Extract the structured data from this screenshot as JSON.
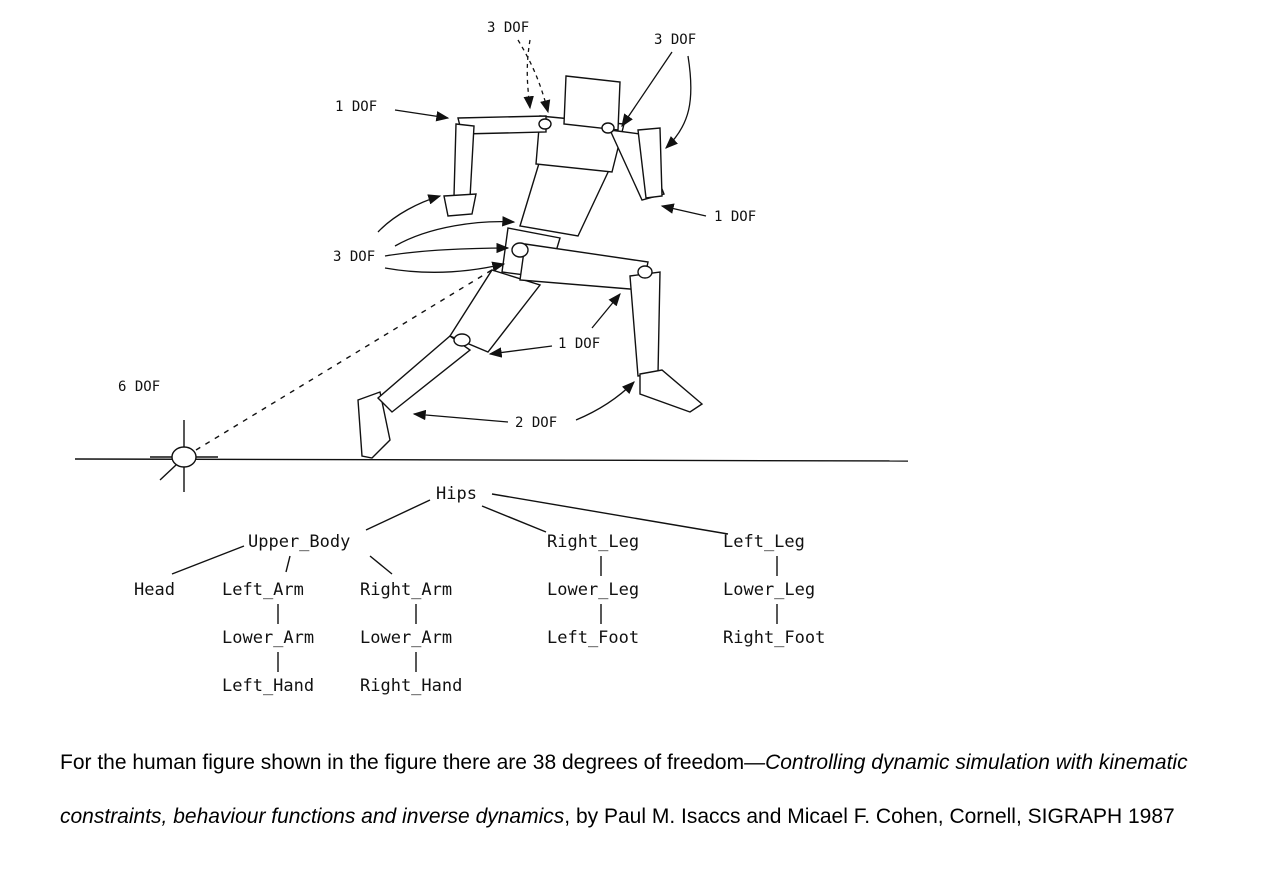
{
  "dof_labels": {
    "neck": "3 DOF",
    "right_shoulder": "3 DOF",
    "left_elbow": "1 DOF",
    "right_elbow": "1 DOF",
    "hips_group": "3 DOF",
    "knee": "1 DOF",
    "ankle": "2 DOF",
    "root": "6 DOF"
  },
  "hierarchy": {
    "hips": "Hips",
    "upper_body": "Upper_Body",
    "head": "Head",
    "left_arm": "Left_Arm",
    "right_arm": "Right_Arm",
    "left_lower_arm": "Lower_Arm",
    "right_lower_arm": "Lower_Arm",
    "left_hand": "Left_Hand",
    "right_hand": "Right_Hand",
    "right_leg": "Right_Leg",
    "right_lower_leg": "Lower_Leg",
    "left_foot": "Left_Foot",
    "left_leg": "Left_Leg",
    "left_lower_leg": "Lower_Leg",
    "right_foot": "Right_Foot"
  },
  "caption": {
    "text_1": "For the human figure shown in the figure there are 38 degrees of freedom—",
    "title": "Controlling dynamic simulation with kinematic constraints, behaviour functions and inverse dynamics",
    "text_2": ", by Paul M. Isaccs and Micael F. Cohen, Cornell, SIGRAPH 1987"
  }
}
